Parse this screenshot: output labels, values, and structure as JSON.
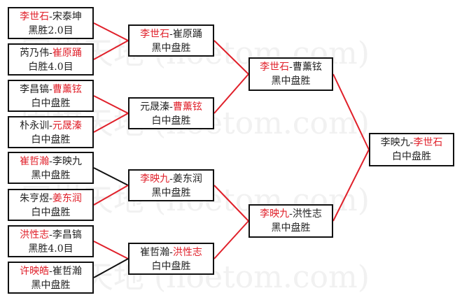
{
  "colors": {
    "winner": "#e0202a",
    "line_red": "#e0202a",
    "line_black": "#111111"
  },
  "round1": [
    {
      "p1": "李世石",
      "p2": "宋泰坤",
      "winner": 1,
      "result": "黑胜2.0目",
      "line": "red"
    },
    {
      "p1": "芮乃伟",
      "p2": "崔原踊",
      "winner": 2,
      "result": "白胜4.0目",
      "line": "red"
    },
    {
      "p1": "李昌镐",
      "p2": "曹薰铉",
      "winner": 2,
      "result": "白中盘胜",
      "line": "red"
    },
    {
      "p1": "朴永训",
      "p2": "元晟溱",
      "winner": 2,
      "result": "白中盘胜",
      "line": "red"
    },
    {
      "p1": "崔哲瀚",
      "p2": "李映九",
      "winner": 1,
      "result": "黑中盘胜",
      "line": "black"
    },
    {
      "p1": "朱亨煜",
      "p2": "姜东润",
      "winner": 2,
      "result": "白中盘胜",
      "line": "red"
    },
    {
      "p1": "洪性志",
      "p2": "李昌镐",
      "winner": 1,
      "result": "黑胜4.0目",
      "line": "red"
    },
    {
      "p1": "许映皓",
      "p2": "崔哲瀚",
      "winner": 1,
      "result": "黑中盘胜",
      "line": "black"
    }
  ],
  "round2": [
    {
      "p1": "李世石",
      "p2": "崔原踊",
      "winner": 1,
      "result": "黑中盘胜"
    },
    {
      "p1": "元晟溱",
      "p2": "曹薰铉",
      "winner": 2,
      "result": "白中盘胜"
    },
    {
      "p1": "李映九",
      "p2": "姜东润",
      "winner": 1,
      "result": "黑中盘胜"
    },
    {
      "p1": "崔哲瀚",
      "p2": "洪性志",
      "winner": 2,
      "result": "白中盘胜"
    }
  ],
  "round3": [
    {
      "p1": "李世石",
      "p2": "曹薰铉",
      "winner": 1,
      "result": "黑中盘胜"
    },
    {
      "p1": "李映九",
      "p2": "洪性志",
      "winner": 1,
      "result": "黑中盘胜"
    }
  ],
  "final": {
    "p1": "李映九",
    "p2": "李世石",
    "winner": 2,
    "result": "白中盘胜"
  },
  "separator": "-"
}
